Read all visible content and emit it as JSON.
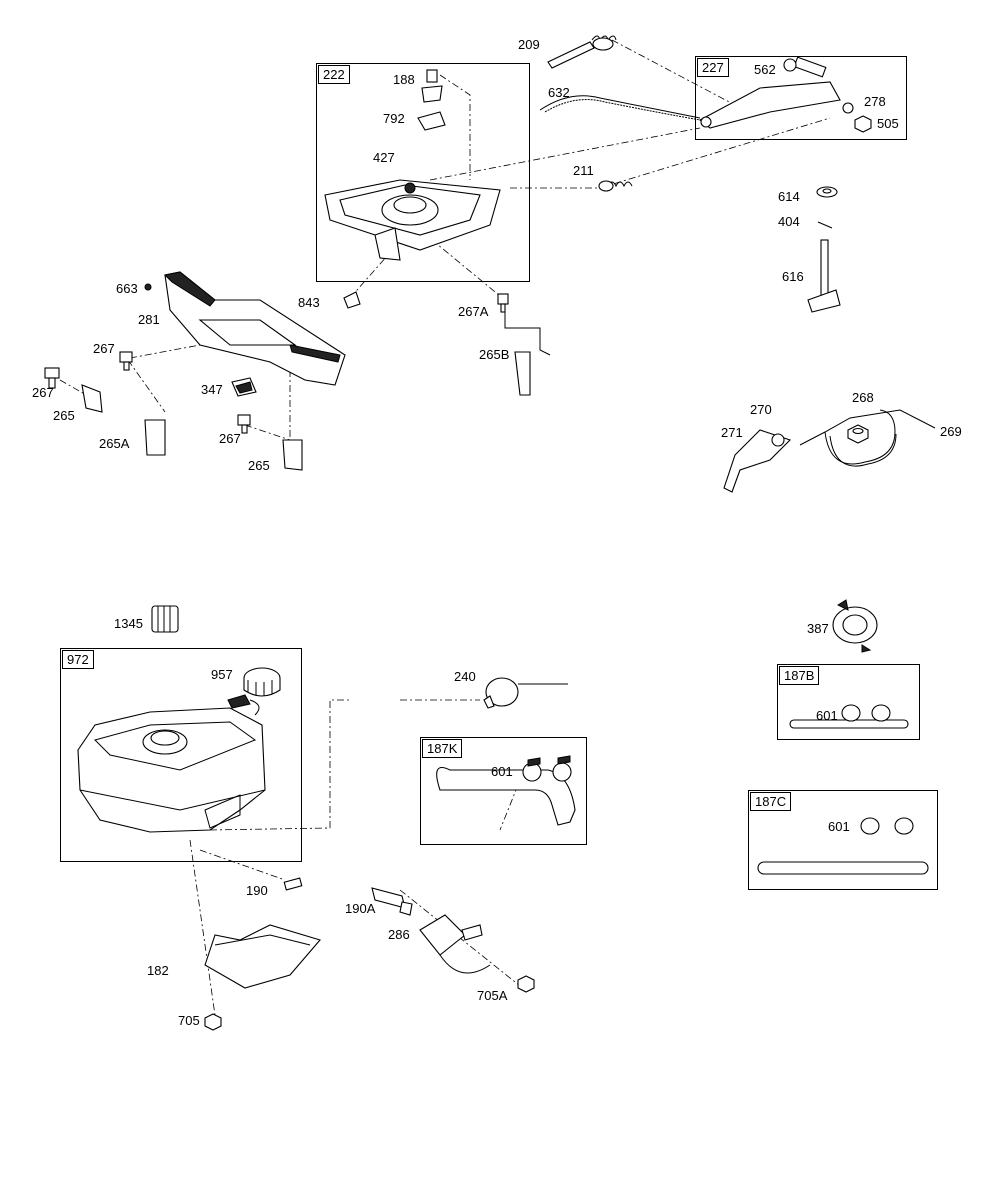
{
  "diagram": {
    "callout_boxes": [
      {
        "id": "222",
        "label": "222"
      },
      {
        "id": "227",
        "label": "227"
      },
      {
        "id": "972",
        "label": "972"
      },
      {
        "id": "187K",
        "label": "187K"
      },
      {
        "id": "187B",
        "label": "187B"
      },
      {
        "id": "187C",
        "label": "187C"
      }
    ],
    "part_labels": [
      "209",
      "188",
      "562",
      "278",
      "505",
      "632",
      "792",
      "427",
      "211",
      "614",
      "404",
      "616",
      "663",
      "281",
      "843",
      "267A",
      "265B",
      "267",
      "267",
      "265",
      "265A",
      "347",
      "267",
      "265",
      "270",
      "268",
      "271",
      "269",
      "1345",
      "387",
      "957",
      "240",
      "601",
      "601",
      "601",
      "190",
      "190A",
      "286",
      "705A",
      "182",
      "705"
    ]
  }
}
